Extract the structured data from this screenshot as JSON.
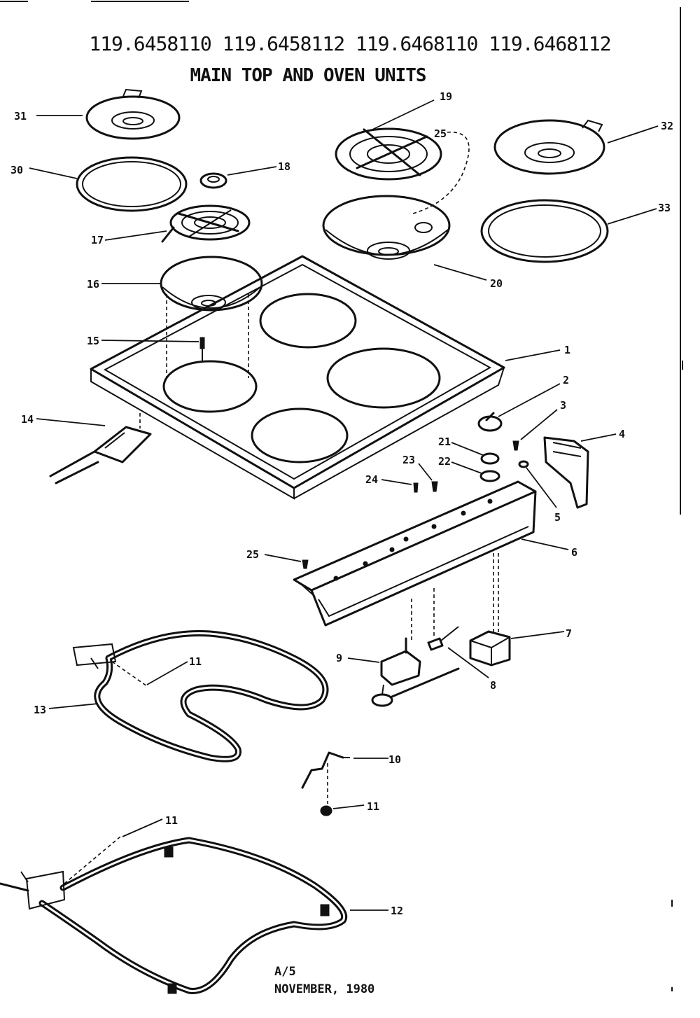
{
  "header": {
    "model_numbers": "119.6458110 119.6458112 119.6468110 119.6468112",
    "title": "MAIN TOP AND OVEN UNITS"
  },
  "callouts": {
    "c1": "1",
    "c2": "2",
    "c3": "3",
    "c4": "4",
    "c5": "5",
    "c6": "6",
    "c7": "7",
    "c8": "8",
    "c9": "9",
    "c10": "10",
    "c11_top": "11",
    "c11_mid": "11",
    "c11_bot": "11",
    "c12": "12",
    "c13": "13",
    "c14": "14",
    "c15": "15",
    "c16": "16",
    "c17": "17",
    "c18": "18",
    "c19": "19",
    "c20": "20",
    "c21": "21",
    "c22": "22",
    "c23": "23",
    "c24": "24",
    "c25_top": "25",
    "c25_mid": "25",
    "c30": "30",
    "c31": "31",
    "c32": "32",
    "c33": "33"
  },
  "footer": {
    "code": "A/5",
    "date": "NOVEMBER, 1980"
  }
}
